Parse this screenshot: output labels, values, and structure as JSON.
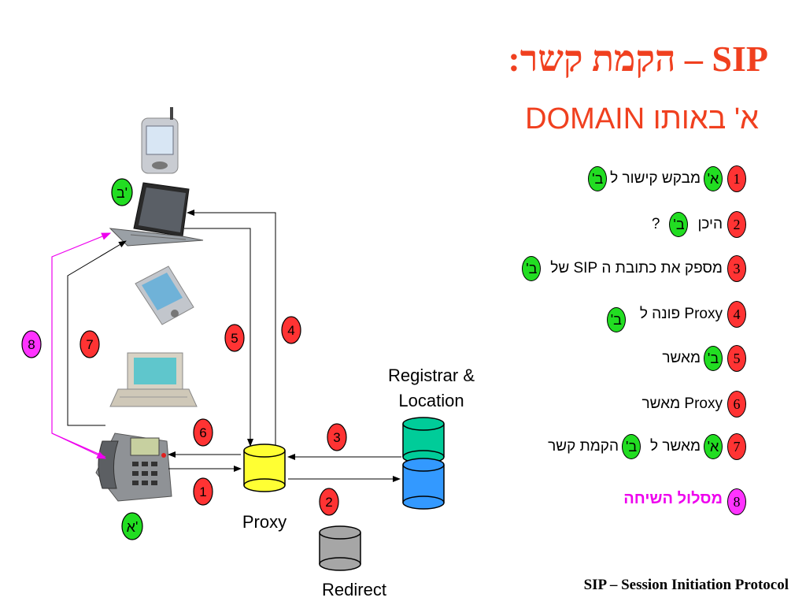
{
  "title": "SIP – הקמת קשר:",
  "subtitle": "א' באותו DOMAIN",
  "footer": "SIP – Session Initiation Protocol",
  "badges": {
    "a": "א'",
    "b": "ב'"
  },
  "steps": [
    {
      "number": "1",
      "pre": "",
      "post": "מבקש קישור ל"
    },
    {
      "number": "2",
      "pre": "היכן",
      "post": "?"
    },
    {
      "number": "3",
      "pre": "מספק את כתובת ה SIP של",
      "post": ""
    },
    {
      "number": "4",
      "pre": "Proxy פונה ל",
      "post": ""
    },
    {
      "number": "5",
      "pre": "",
      "post": "מאשר"
    },
    {
      "number": "6",
      "text": "Proxy מאשר"
    },
    {
      "number": "7",
      "pre": "",
      "mid": "מאשר ל",
      "post": "הקמת קשר"
    },
    {
      "number": "8",
      "text": "מסלול השיחה"
    }
  ],
  "diagram": {
    "labels": {
      "registrar_line1": "Registrar &",
      "registrar_line2": "Location",
      "proxy": "Proxy",
      "redirect": "Redirect"
    },
    "flow_numbers": [
      "1",
      "2",
      "3",
      "4",
      "5",
      "6",
      "7",
      "8"
    ],
    "colors": {
      "flow_red": "#ff3333",
      "flow_pink": "#ff33ff",
      "badge_green": "#22dd22",
      "title": "#f0401f"
    }
  }
}
